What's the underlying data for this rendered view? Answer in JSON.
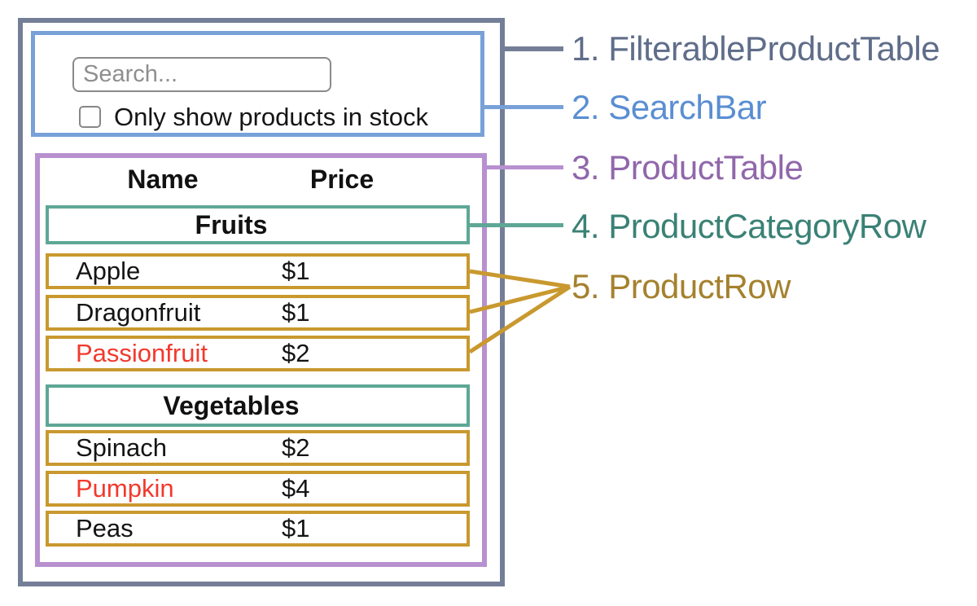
{
  "search_bar": {
    "placeholder": "Search...",
    "checkbox_label": "Only show products in stock",
    "checkbox_checked": false
  },
  "product_table": {
    "headers": {
      "name": "Name",
      "price": "Price"
    },
    "sections": [
      {
        "category": "Fruits",
        "rows": [
          {
            "name": "Apple",
            "price": "$1",
            "name_color": "#141414"
          },
          {
            "name": "Dragonfruit",
            "price": "$1",
            "name_color": "#141414"
          },
          {
            "name": "Passionfruit",
            "price": "$2",
            "name_color": "#f2392d"
          }
        ]
      },
      {
        "category": "Vegetables",
        "rows": [
          {
            "name": "Spinach",
            "price": "$2",
            "name_color": "#141414"
          },
          {
            "name": "Pumpkin",
            "price": "$4",
            "name_color": "#f2392d"
          },
          {
            "name": "Peas",
            "price": "$1",
            "name_color": "#141414"
          }
        ]
      }
    ]
  },
  "legend": {
    "labels": [
      {
        "text": "1. FilterableProductTable",
        "color": "#5f6d89"
      },
      {
        "text": "2. SearchBar",
        "color": "#5a8ed2"
      },
      {
        "text": "3. ProductTable",
        "color": "#9067ab"
      },
      {
        "text": "4. ProductCategoryRow",
        "color": "#3a8175"
      },
      {
        "text": "5. ProductRow",
        "color": "#a5812e"
      }
    ]
  },
  "colors": {
    "container": "#747e97",
    "search_bar": "#78a1d8",
    "product_table": "#b791cf",
    "category_row": "#5ea795",
    "product_row": "#c9992f",
    "out_of_stock_text": "#f2392d"
  }
}
